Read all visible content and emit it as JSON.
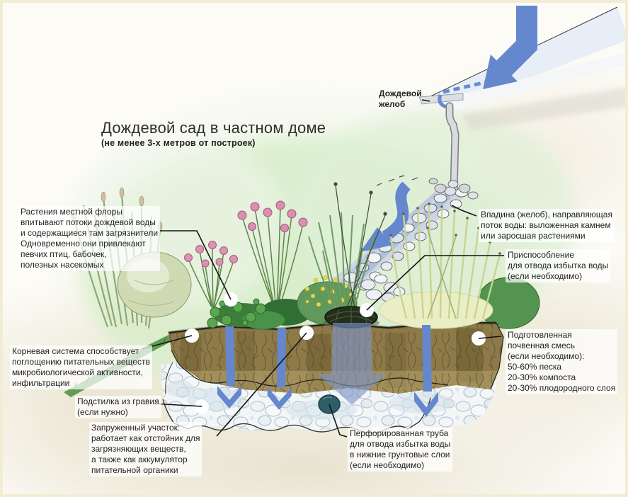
{
  "title": {
    "text": "Дождевой сад в частном доме",
    "subtitle": "(не менее 3-х метров от построек)"
  },
  "labels": {
    "plants": "Растения местной флоры\nвпитывают потоки дождевой воды\nи содержащиеся там загрязнители\nОдновременно они привлекают\nпевчих птиц, бабочек,\nполезных насекомых",
    "gutter": "Дождевой\nжелоб",
    "swale": "Впадина (желоб), направляющая\nпоток воды: выложенная камнем\nили заросшая растениями",
    "overflow": "Приспособление\nдля отвода избытка воды\n(если необходимо)",
    "roots": "Корневая система способствует\nпоглощению питательных веществ\nмикробиологической активности,\nинфильтрации",
    "soil_mix": "Подготовленная\nпочвенная смесь\n(если необходимо):\n50-60% песка\n20-30% компоста\n20-30% плодородного слоя",
    "gravel": "Подстилка из гравия\n(если нужно)",
    "ponding": "Запруженный участок:\nработает как отстойник для\nзагрязняющих веществ,\nа также как аккумулятор\nпитательной органики",
    "pipe": "Перфорированная труба\nдля отвода избытка воды\nв нижние грунтовые слои\n(если необходимо)"
  },
  "colors": {
    "water_arrow_blue": "#6487cd",
    "soil_brown": "#8e7a49",
    "gravel_white": "#f3f6f7",
    "pipe_teal": "#2e5e68",
    "green_wash": "#def0d2",
    "beige_wash": "#eae4d0",
    "page_border_cream": "#f3ecd5"
  }
}
